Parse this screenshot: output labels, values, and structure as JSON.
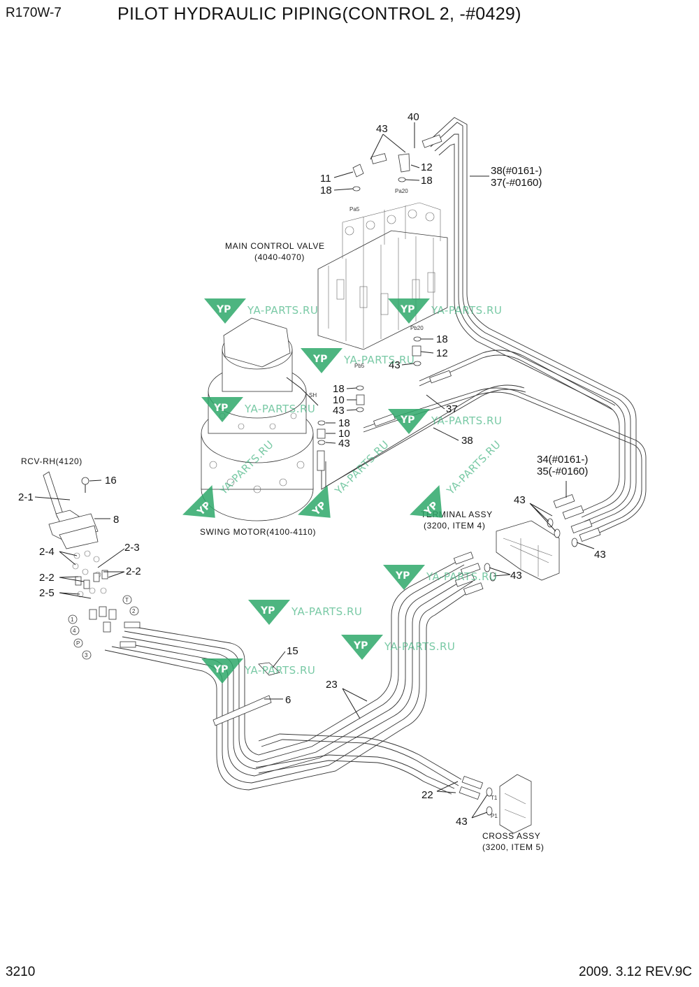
{
  "header": {
    "model": "R170W-7",
    "title": "PILOT HYDRAULIC PIPING(CONTROL 2, -#0429)"
  },
  "footer": {
    "page": "3210",
    "date_rev": "2009. 3.12  REV.9C"
  },
  "components": {
    "main_control_valve": "MAIN CONTROL VALVE",
    "main_control_valve_ref": "(4040-4070)",
    "swing_motor": "SWING MOTOR(4100-4110)",
    "rcv": "RCV-RH(4120)",
    "terminal_assy": "TERMINAL ASSY",
    "terminal_assy_ref": "(3200, ITEM 4)",
    "cross_assy": "CROSS ASSY",
    "cross_assy_ref": "(3200, ITEM 5)"
  },
  "callouts": {
    "c40": "40",
    "c43a": "43",
    "c11": "11",
    "c12a": "12",
    "c18a": "18",
    "c18b": "18",
    "c38a": "38(#0161-)",
    "c37a": "37(-#0160)",
    "c18c": "18",
    "c12b": "12",
    "c43b": "43",
    "c18d": "18",
    "c10a": "10",
    "c43c": "43",
    "c18e": "18",
    "c10b": "10",
    "c43d": "43",
    "c37b": "37",
    "c38b": "38",
    "c34": "34(#0161-)",
    "c35": "35(-#0160)",
    "c43e": "43",
    "c43f": "43",
    "c43g": "43",
    "c16": "16",
    "c21": "2-1",
    "c8": "8",
    "c24": "2-4",
    "c23": "2-3",
    "c22a": "2-2",
    "c22b": "2-2",
    "c25": "2-5",
    "c15": "15",
    "c6": "6",
    "c23b": "23",
    "c22": "22",
    "c43h": "43"
  },
  "ports": {
    "pa5": "Pa5",
    "pa20": "Pa20",
    "pb20": "Pb20",
    "pb5": "Pb5",
    "sh": "SH",
    "t1": "T1",
    "p1": "P1",
    "n1": "1",
    "n4": "4",
    "nP": "P",
    "n3": "3",
    "nT": "T",
    "n2": "2"
  },
  "watermark": {
    "text": "YA-PARTS.RU",
    "logo": "YP"
  }
}
